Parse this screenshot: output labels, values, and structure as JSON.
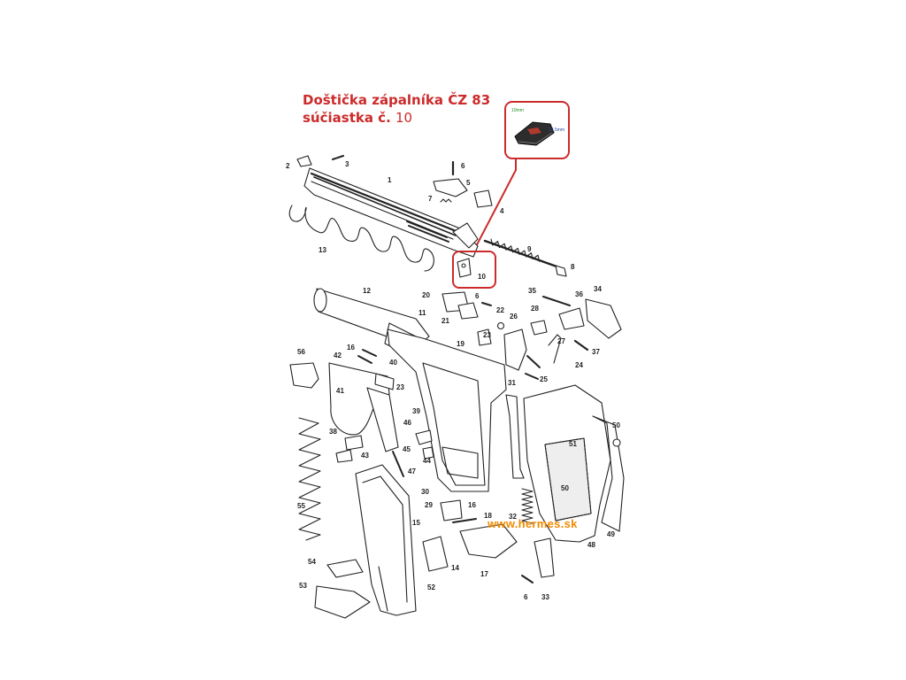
{
  "title": {
    "line1": "Doštička zápalníka ČZ 83",
    "line2_prefix": "súčiastka č.",
    "line2_num": "10"
  },
  "website": "www.hermes.sk",
  "inset": {
    "dim_top": "10mm",
    "dim_side": "12,5mm"
  },
  "colors": {
    "highlight": "#cc2b2b",
    "website": "#f08a00"
  },
  "part_labels": {
    "p1": "1",
    "p2": "2",
    "p3": "3",
    "p4": "4",
    "p5": "5",
    "p6a": "6",
    "p6b": "6",
    "p6c": "6",
    "p7": "7",
    "p8": "8",
    "p9": "9",
    "p10": "10",
    "p11": "11",
    "p12": "12",
    "p13": "13",
    "p14": "14",
    "p15": "15",
    "p16a": "16",
    "p16b": "16",
    "p17": "17",
    "p18": "18",
    "p19": "19",
    "p20": "20",
    "p21": "21",
    "p22": "22",
    "p23a": "23",
    "p23b": "23",
    "p24": "24",
    "p25": "25",
    "p26": "26",
    "p27": "27",
    "p28": "28",
    "p29": "29",
    "p30": "30",
    "p31": "31",
    "p32": "32",
    "p33": "33",
    "p34": "34",
    "p35": "35",
    "p36": "36",
    "p37": "37",
    "p38": "38",
    "p39": "39",
    "p40": "40",
    "p41": "41",
    "p42": "42",
    "p43": "43",
    "p44": "44",
    "p45": "45",
    "p46": "46",
    "p47": "47",
    "p48": "48",
    "p49": "49",
    "p50a": "50",
    "p50b": "50",
    "p51": "51",
    "p52": "52",
    "p53": "53",
    "p54": "54",
    "p55": "55",
    "p56": "56"
  }
}
